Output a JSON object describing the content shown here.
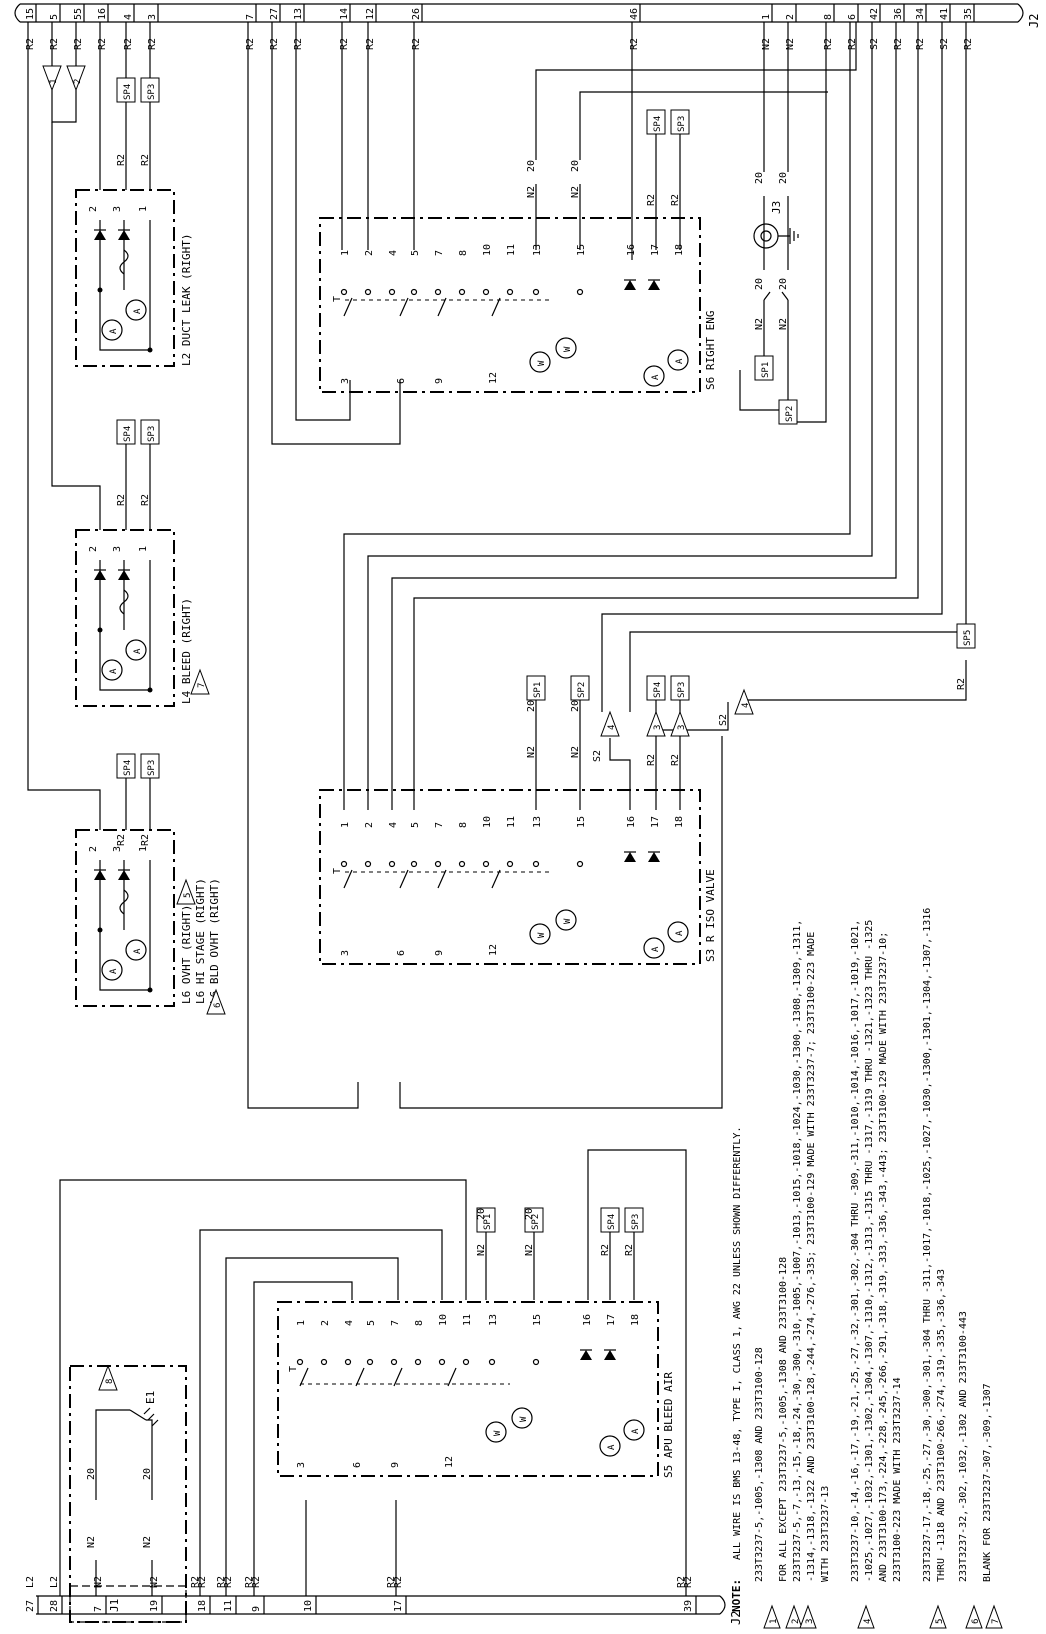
{
  "connectors": {
    "top_right": "J2",
    "bottom_right": "J2",
    "bottom_j1": "J1",
    "top_pins": [
      "15",
      "5",
      "55",
      "16",
      "4",
      "3",
      "7",
      "27",
      "13",
      "14",
      "12",
      "26",
      "46",
      "1",
      "2",
      "8",
      "6",
      "42",
      "36",
      "34",
      "41",
      "35"
    ],
    "top_wires": [
      "R2",
      "R2",
      "R2",
      "R2",
      "R2",
      "R2",
      "R2",
      "R2",
      "R2",
      "R2",
      "R2",
      "R2",
      "R2",
      "N2",
      "N2",
      "R2",
      "R2",
      "S2",
      "R2",
      "R2",
      "S2",
      "R2"
    ],
    "bottom_pins": [
      "27",
      "28",
      "7",
      "19",
      "18",
      "11",
      "9",
      "10",
      "17",
      "39"
    ],
    "bottom_wires": [
      "L2",
      "L2",
      "N2",
      "N2",
      "R2",
      "R2",
      "R2",
      "",
      "R2",
      "R2"
    ]
  },
  "components": {
    "l2_duct_leak": {
      "label": "L2 DUCT LEAK (RIGHT)"
    },
    "l4_bleed": {
      "label": "L4 BLEED (RIGHT)"
    },
    "l6_lights": {
      "label1": "L6 OVHT (RIGHT)",
      "label2": "L6 HI STAGE (RIGHT)",
      "label3": "L6 BLD OVHT (RIGHT)"
    },
    "s6_right_eng": {
      "label": "S6 RIGHT ENG"
    },
    "s3_r_iso_valve": {
      "label": "S3 R ISO VALVE"
    },
    "s5_apu_bleed_air": {
      "label": "S5 APU BLEED AIR"
    },
    "e1": {
      "label": "E1"
    },
    "j3": {
      "label": "J3"
    },
    "light_pins": [
      "2",
      "3",
      "1"
    ],
    "switch_top_pins": [
      "1",
      "2",
      "4",
      "5",
      "7",
      "8",
      "10",
      "11",
      "13",
      "15",
      "16",
      "17",
      "18"
    ],
    "switch_bottom_pins": [
      "3",
      "6",
      "9",
      "12"
    ],
    "lamp": "A",
    "motor": "W",
    "toggle": "T"
  },
  "splices": [
    "SP1",
    "SP2",
    "SP3",
    "SP4",
    "SP5"
  ],
  "wire_labels": {
    "r2": "R2",
    "n2": "N2",
    "s2": "S2",
    "l2": "L2",
    "twenty": "20"
  },
  "flags": [
    "1",
    "2",
    "3",
    "4",
    "5",
    "6",
    "7",
    "8"
  ],
  "notes": {
    "note_label": "NOTE:",
    "lines": [
      "ALL WIRE IS BMS 13-48, TYPE I, CLASS 1, AWG 22 UNLESS SHOWN DIFFERENTLY.",
      "233T3237-5,-1005,-1308 AND 233T3100-128",
      "FOR ALL EXCEPT 233T3237-5,-1005,-1308 AND 233T3100-128",
      "233T3237-5,-7,-13,-15,-18,-24,-30,-300,-310,-1005,-1007,-1013,-1015,-1018,-1024,-1030,-1300,-1308,-1309,-1311,",
      "-1314,-1318,-1322 AND 233T3100-128,-244,-274,-276,-335; 233T3100-129 MADE WITH 233T3237-7; 233T3100-223 MADE",
      "WITH 233T3237-13",
      "233T3237-10,-14,-16,-17,-19,-21,-25,-27,-32,-301,-302,-304 THRU -309,-311,-1010,-1014,-1016,-1017,-1019,-1021,",
      "-1025,-1027,-1032,-1301,-1302,-1304,-1307,-1310,-1312,-1313,-1315 THRU -1317,-1319 THRU -1321,-1323 THRU -1325",
      "AND 233T3100-173,-224,-228,-245,-266,-291,-318,-319,-333,-336,-343,-443; 233T3100-129 MADE WITH 233T3237-10;",
      "233T3100-223 MADE WITH 233T3237-14",
      "233T3237-17,-18,-25,-27,-30,-300,-301,-304 THRU -311,-1017,-1018,-1025,-1027,-1030,-1300,-1301,-1304,-1307,-1316",
      "THRU -1318 AND 233T3100-266,-274,-319,-335,-336,-343",
      "233T3237-32,-302,-1032,-1302 AND 233T3100-443",
      "BLANK FOR 233T3237-307,-309,-1307"
    ]
  }
}
